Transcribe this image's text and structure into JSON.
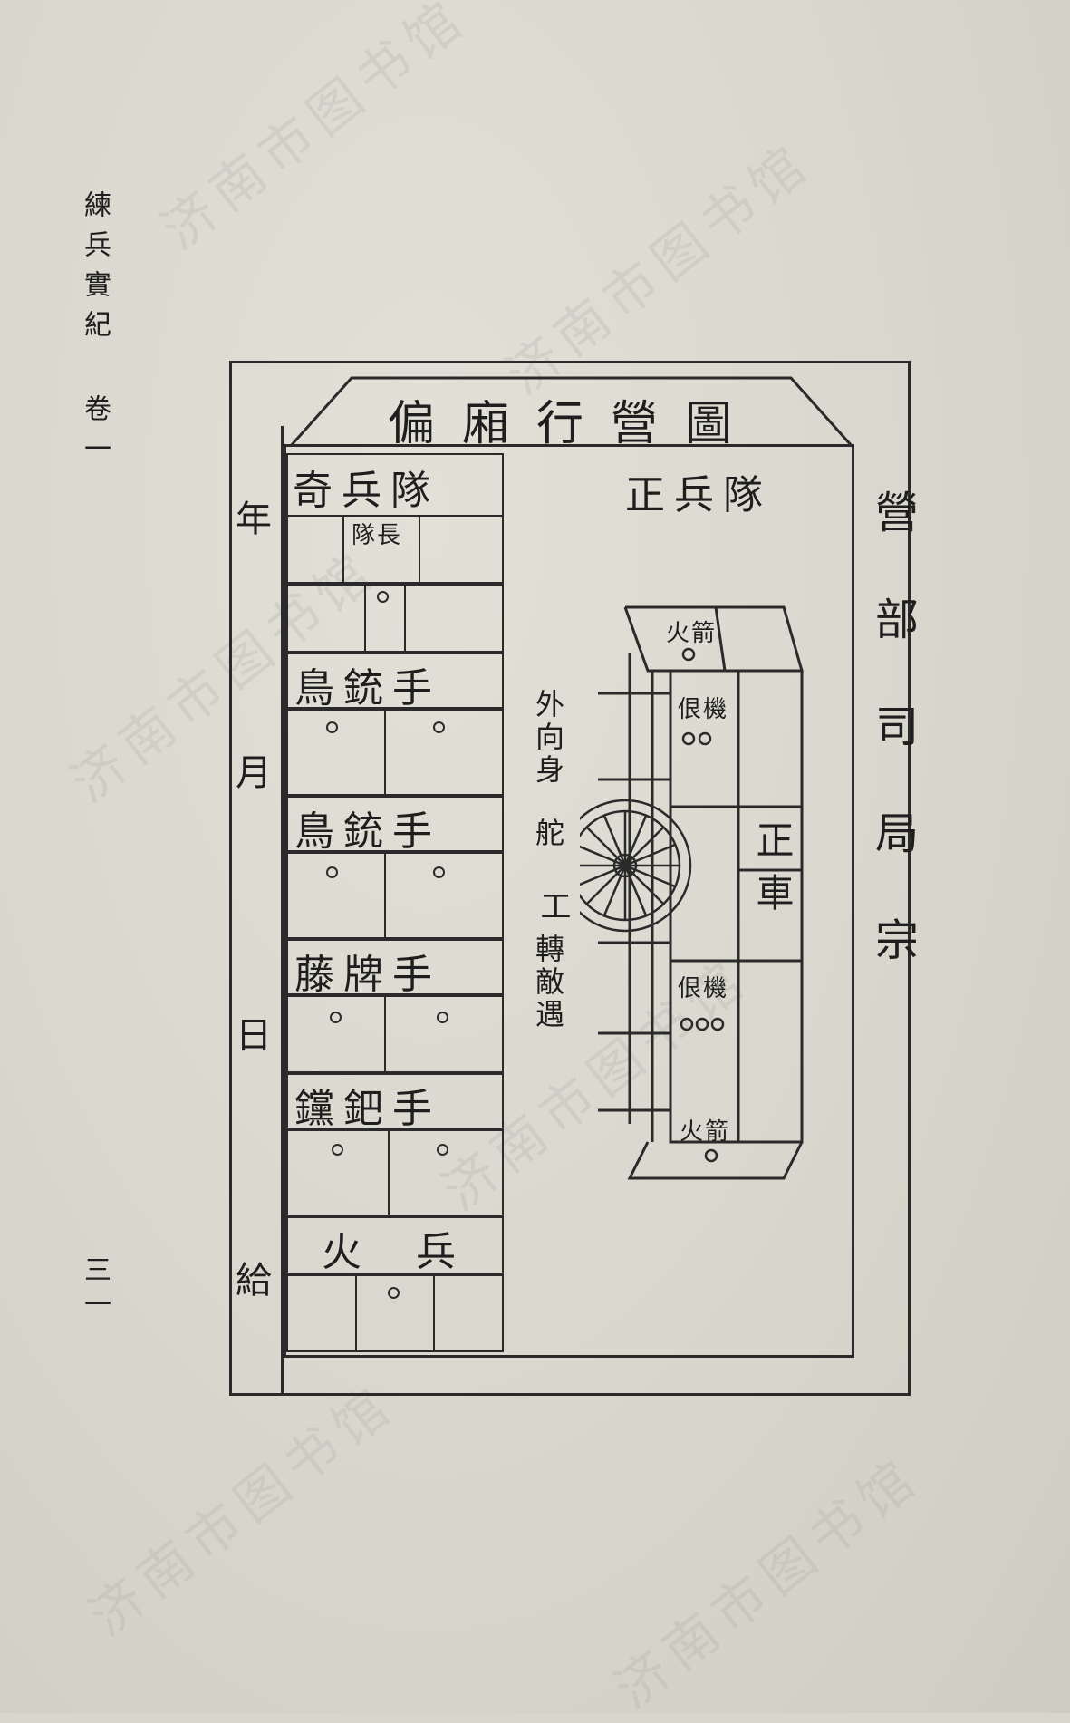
{
  "running_head": "練兵實紀 卷一",
  "page_number": "三一",
  "diagram": {
    "title": "偏廂行營圖",
    "left_column_title": "奇兵隊",
    "right_column_title": "正兵隊",
    "date_chars": [
      "年",
      "月",
      "日",
      "給"
    ],
    "right_side_text": "營部司局宗",
    "rows": [
      {
        "label": "隊長"
      },
      {
        "label": "鳥銃手"
      },
      {
        "label": "鳥銃手"
      },
      {
        "label": "藤牌手"
      },
      {
        "label": "钂鈀手"
      },
      {
        "label": "火兵"
      }
    ],
    "cart_labels": {
      "huojian_top": "火箭",
      "gunji_top": "佷機",
      "zhengche": "正車",
      "gunji_bottom": "佷機",
      "huojian_bottom": "火箭"
    },
    "side_labels": {
      "outward": "外向身",
      "duo": "舵",
      "gong": "工",
      "turn_enemy": "轉敵遇"
    }
  }
}
